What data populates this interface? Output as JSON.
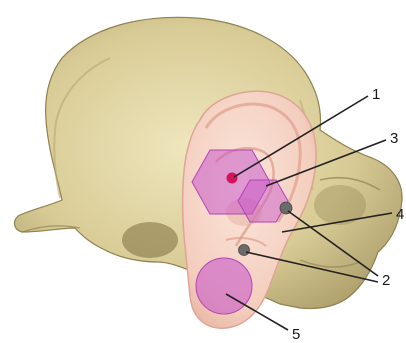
{
  "labels": [
    {
      "id": "1",
      "text": "1"
    },
    {
      "id": "2",
      "text": "2"
    },
    {
      "id": "3",
      "text": "3"
    },
    {
      "id": "4",
      "text": "4"
    },
    {
      "id": "5",
      "text": "5"
    }
  ],
  "colors": {
    "bone_light": "#e7dcae",
    "bone_mid": "#cbbd84",
    "bone_dark": "#8f8150",
    "skin": "#f6d6c9",
    "skin_edge": "#dea595",
    "marker_fill": "#c85ac8",
    "marker_dot_red": "#d4145a",
    "marker_dot_gray": "#6b6b6b",
    "leader": "#222222"
  }
}
